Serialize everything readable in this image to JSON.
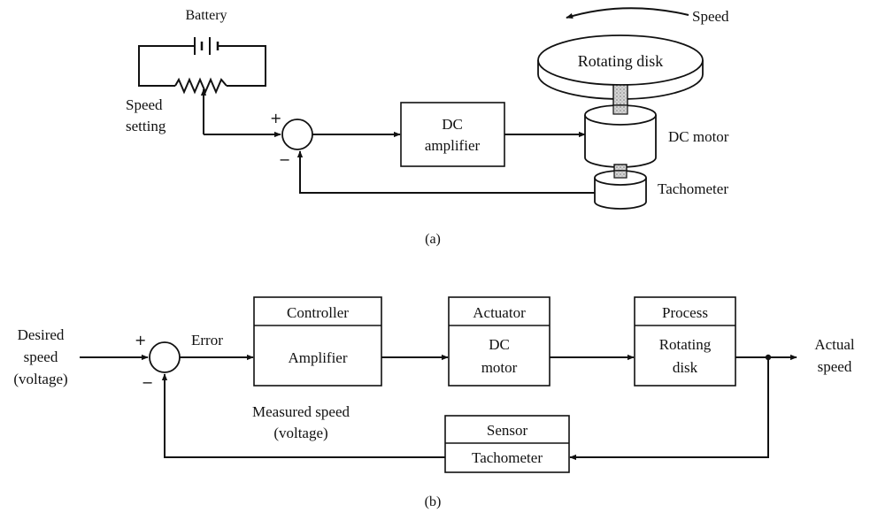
{
  "figure_a": {
    "battery_label": "Battery",
    "speed_setting_line1": "Speed",
    "speed_setting_line2": "setting",
    "plus_sign": "+",
    "minus_sign": "−",
    "amplifier_line1": "DC",
    "amplifier_line2": "amplifier",
    "disk_label": "Rotating disk",
    "speed_label": "Speed",
    "motor_label": "DC motor",
    "tachometer_label": "Tachometer",
    "caption": "(a)"
  },
  "figure_b": {
    "input_line1": "Desired",
    "input_line2": "speed",
    "input_line3": "(voltage)",
    "plus_sign": "+",
    "minus_sign": "−",
    "error_label": "Error",
    "controller_header": "Controller",
    "controller_body": "Amplifier",
    "actuator_header": "Actuator",
    "actuator_body_line1": "DC",
    "actuator_body_line2": "motor",
    "process_header": "Process",
    "process_body_line1": "Rotating",
    "process_body_line2": "disk",
    "output_line1": "Actual",
    "output_line2": "speed",
    "sensor_header": "Sensor",
    "sensor_body": "Tachometer",
    "feedback_line1": "Measured speed",
    "feedback_line2": "(voltage)",
    "caption": "(b)"
  },
  "colors": {
    "ink": "#111111",
    "shaft": "#bdbdbd"
  }
}
